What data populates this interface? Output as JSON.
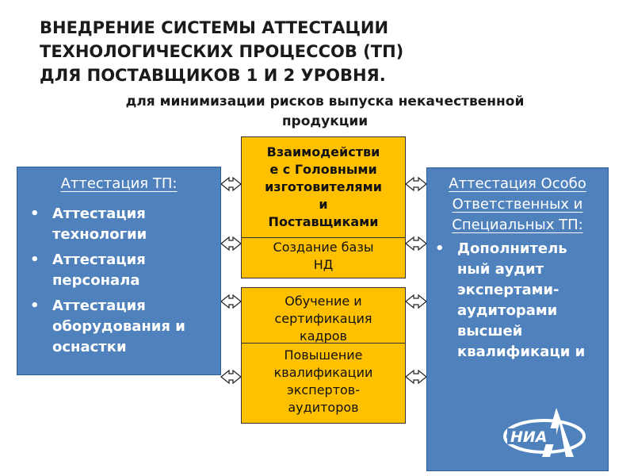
{
  "header": {
    "title": "ВНЕДРЕНИЕ СИСТЕМЫ АТТЕСТАЦИИ\nТЕХНОЛОГИЧЕСКИХ ПРОЦЕССОВ (ТП)\nДЛЯ ПОСТАВЩИКОВ 1 И 2 УРОВНЯ.",
    "subtitle": "для минимизации рисков выпуска некачественной\nпродукции"
  },
  "left_panel": {
    "title": "Аттестация ТП:",
    "items": [
      {
        "label": "Аттестация технологии"
      },
      {
        "label": "Аттестация персонала"
      },
      {
        "label": "Аттестация оборудования и оснастки"
      }
    ]
  },
  "center": {
    "interaction": "Взаимодействи\nе с Головными\nизготовителями\nи\nПоставщиками",
    "database": "Создание базы\nНД",
    "training": "Обучение и\nсертификация\nкадров",
    "qualification": "Повышение\nквалификации\nэкспертов-\nаудиторов"
  },
  "right_panel": {
    "title": "Аттестация Особо Ответственных и Специальных ТП:",
    "items": [
      {
        "label": "Дополнитель ный аудит экспертами-аудиторами высшей квалификаци и"
      }
    ]
  },
  "bullet_glyph": "•",
  "logo": {
    "text": "НИА"
  },
  "colors": {
    "panel_blue": "#4f81bd",
    "box_yellow": "#ffc000",
    "text_dark": "#1a1a1a"
  }
}
